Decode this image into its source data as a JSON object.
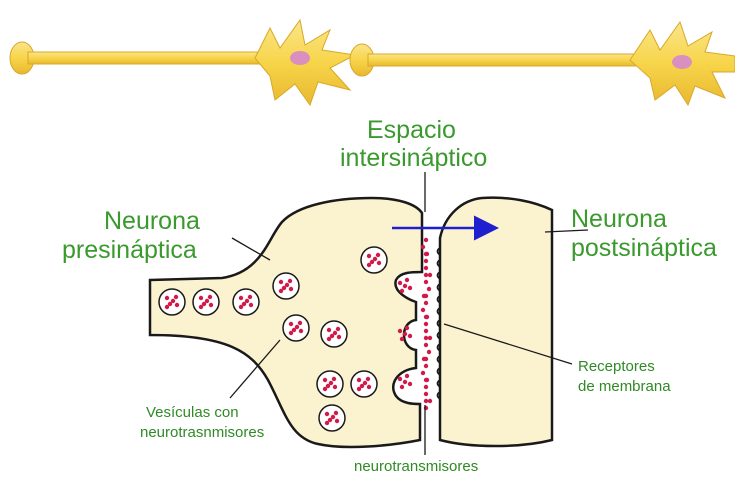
{
  "labels": {
    "espacio_line1": "Espacio",
    "espacio_line2": "intersináptico",
    "pre_line1": "Neurona",
    "pre_line2": "presináptica",
    "post_line1": "Neurona",
    "post_line2": "postsináptica",
    "receptores_line1": "Receptores",
    "receptores_line2": "de membrana",
    "vesiculas_line1": "Vesículas con",
    "vesiculas_line2": "neurotrasnmisores",
    "neurotransmisores": "neurotransmisores"
  },
  "colors": {
    "neuron_fill": "#fbf3cf",
    "neuron_outline": "#1a1a1a",
    "top_neuron_fill": "#f7d54a",
    "nucleus": "#d98fc0",
    "dot": "#d21a4a",
    "label_green": "#3a9a2e",
    "arrow_blue": "#1f1fd0"
  },
  "icons": {
    "flow_arrow": "blue-right-arrow-icon"
  }
}
